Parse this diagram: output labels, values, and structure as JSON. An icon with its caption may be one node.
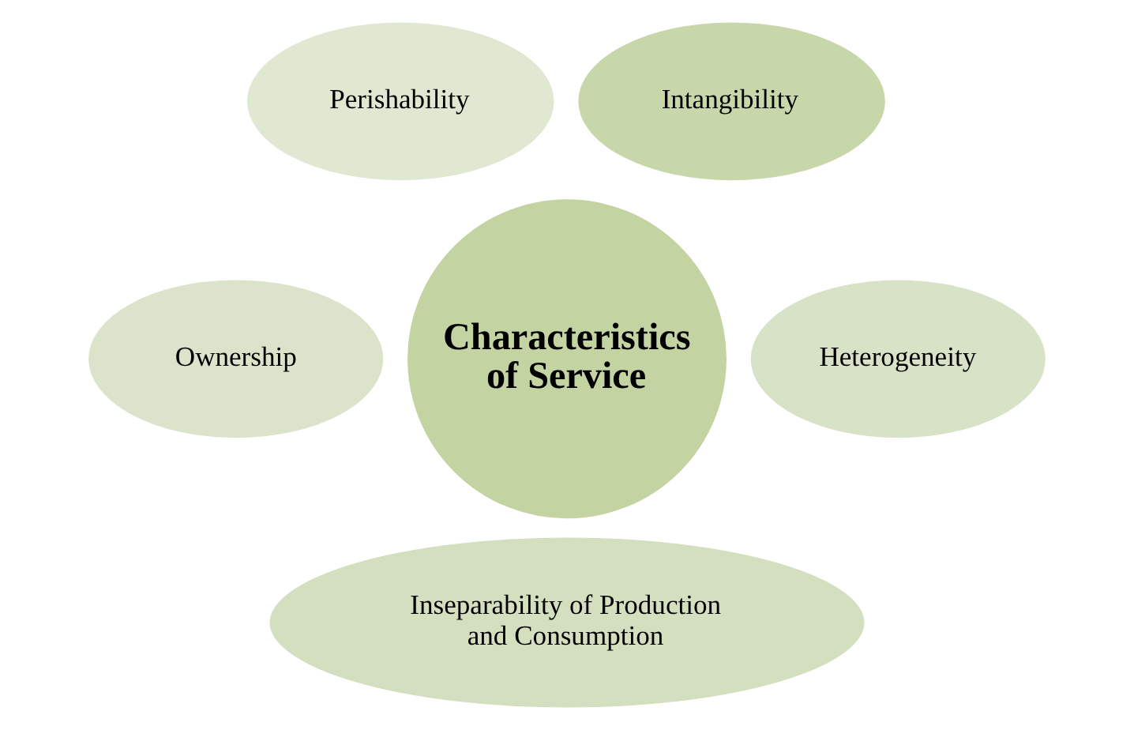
{
  "diagram": {
    "nodes": [
      {
        "text": [
          "Characteristics of Service"
        ]
      },
      {
        "text": [
          "Perishability"
        ]
      },
      {
        "text": [
          "Intangibility"
        ]
      },
      {
        "text": [
          "Ownership"
        ]
      },
      {
        "text": [
          "Heterogeneity"
        ]
      },
      {
        "text": [
          "Inseparability of Production and Consumption"
        ]
      }
    ]
  }
}
